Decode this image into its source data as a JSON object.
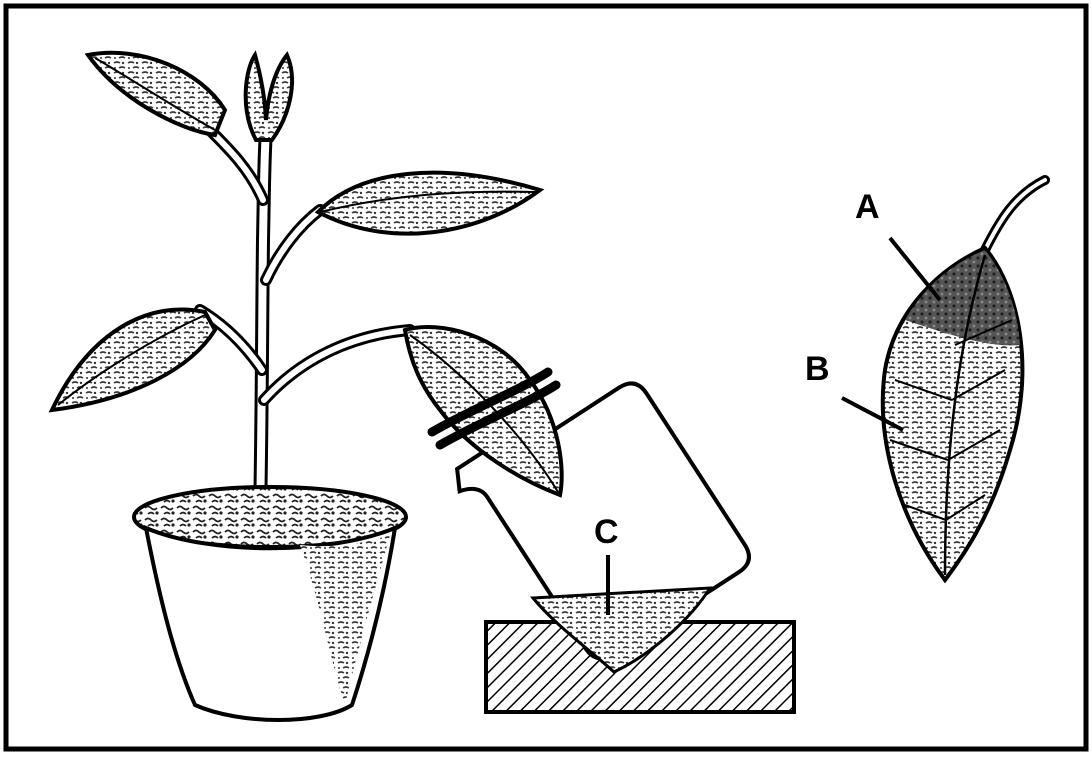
{
  "labels": {
    "a": "A",
    "b": "B",
    "c": "C"
  },
  "colors": {
    "ink": "#000000",
    "paper": "#ffffff",
    "stipple": "#4a4a4a"
  }
}
